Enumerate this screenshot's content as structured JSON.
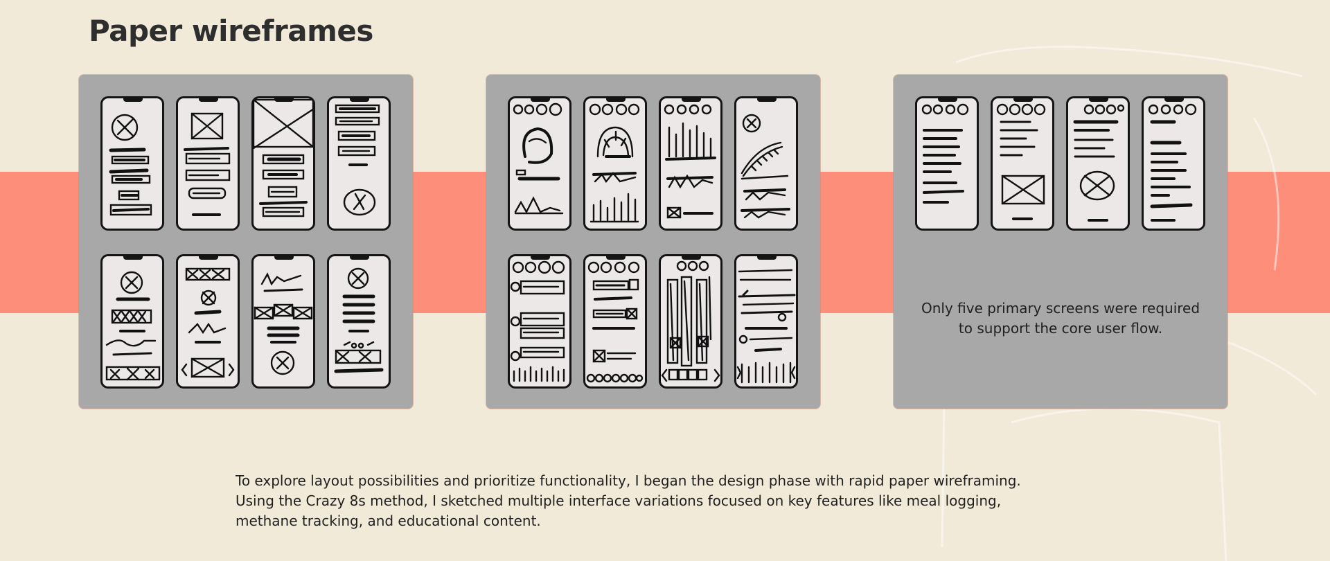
{
  "page": {
    "title": "Paper wireframes",
    "background_color": "#f2ead9",
    "band_color": "#fd8e7a",
    "panel_color": "#a8a8a8",
    "screen_color": "#ece8e8"
  },
  "panels": [
    {
      "label": "sketch-panel-1",
      "screens": 8
    },
    {
      "label": "sketch-panel-2",
      "screens": 8
    },
    {
      "label": "sketch-panel-3",
      "screens": 4,
      "note_lines": [
        "Only five primary screens were required",
        "to support the core user flow."
      ]
    }
  ],
  "description": {
    "lines": [
      "To explore layout possibilities and prioritize functionality, I began the design phase with rapid paper wireframing.",
      "Using the Crazy 8s method, I sketched multiple interface variations focused on key features like meal logging,",
      "methane tracking, and educational content."
    ]
  },
  "icons": [
    "image-placeholder-icon",
    "avatar-circle-icon",
    "gauge-icon",
    "bar-chart-icon",
    "line-chart-icon",
    "carousel-arrows-icon"
  ]
}
